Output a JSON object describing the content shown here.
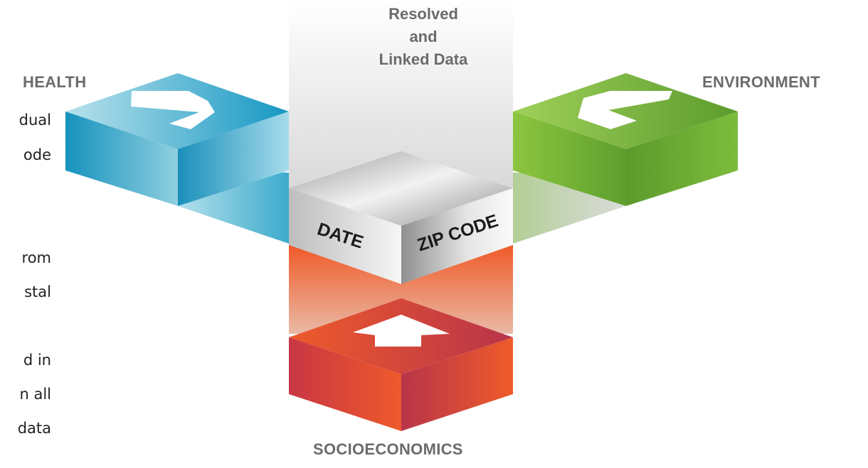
{
  "diagram": {
    "center": {
      "title_lines": [
        "Resolved",
        "and",
        "Linked Data"
      ],
      "face_left": "DATE",
      "face_right": "ZIP CODE"
    },
    "blocks": {
      "health": {
        "label": "HEALTH",
        "color": "#1a9cc4"
      },
      "environment": {
        "label": "ENVIRONMENT",
        "color": "#6fb83a"
      },
      "socioeconomics": {
        "label": "SOCIOECONOMICS",
        "color": "#e8572a"
      }
    },
    "left_text_fragments": [
      "dual",
      "ode",
      "rom",
      "stal",
      "d in",
      "n all",
      "data"
    ]
  }
}
